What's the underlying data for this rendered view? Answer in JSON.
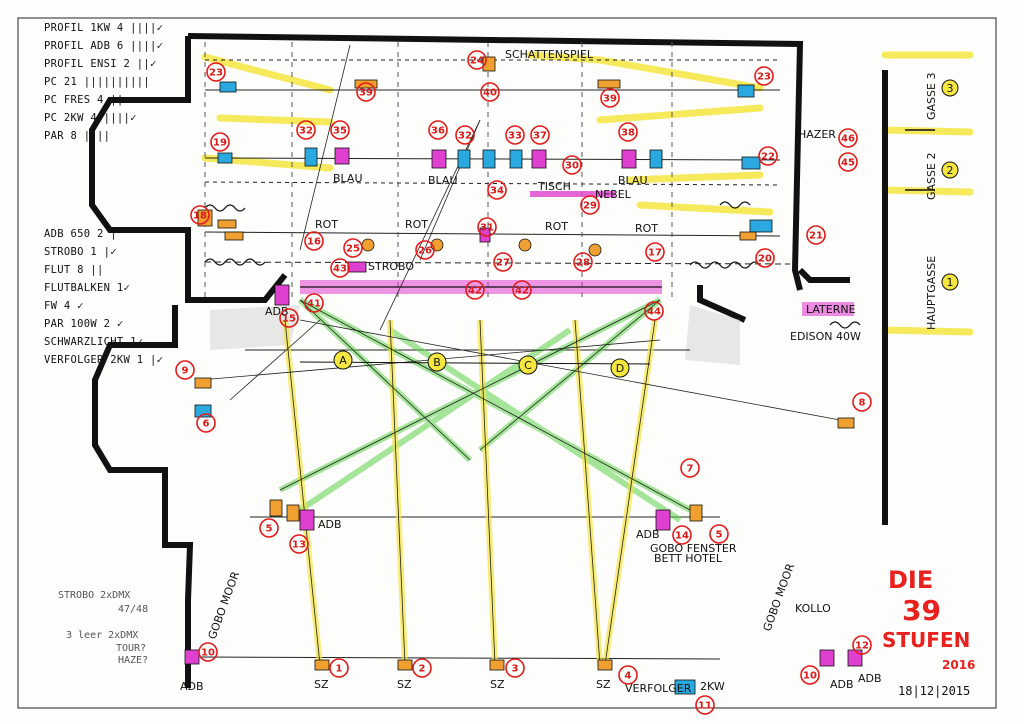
{
  "inventory": [
    "PROFIL 1KW 4 ||||✓",
    "PROFIL ADB 6 ||||✓",
    "PROFIL ENSI 2 ||✓",
    "PC 21 ||||||||||",
    "PC FRES 4 ||",
    "PC 2KW 4 ||||✓",
    "PAR 8 ||||"
  ],
  "inventory2": [
    "ADB 650 2 |",
    "STROBO 1 |✓",
    "FLUT 8 ||",
    "FLUTBALKEN 1✓",
    "FW 4 ✓",
    "PAR 100W 2 ✓",
    "SCHWARZLICHT 1✓",
    "VERFOLGER 2KW 1 |✓"
  ],
  "title": [
    "DIE",
    "39",
    "STUFEN"
  ],
  "year": "2016",
  "date": "18|12|2015",
  "notes": {
    "strobo": "STROBO 2xDMX",
    "strobo_ch": "47/48",
    "leer": "3 leer 2xDMX",
    "tour": "TOUR?",
    "hazer_q": "HAZE?"
  },
  "labels": {
    "schatten": "SCHATTENSPIEL",
    "hazer": "HAZER",
    "laterne": "LATERNE",
    "edison": "EDISON 40W",
    "strobo": "STROBO",
    "gasse3": "GASSE 3",
    "gasse2": "GASSE 2",
    "hauptgasse": "HAUPTGASSE",
    "rot": "ROT",
    "blau": "BLAU",
    "tisch": "TISCH",
    "nebel": "NEBEL",
    "adb": "ADB",
    "sz": "SZ",
    "verfolger": "VERFOLGER",
    "kw2": "2KW",
    "gobo_fenster": "GOBO FENSTER",
    "bett_hotel": "BETT HOTEL",
    "gobo_moor": "GOBO MOOR",
    "kollo": "KOLLO"
  },
  "areas": [
    "A",
    "B",
    "C",
    "D"
  ],
  "gassen": [
    "3",
    "2",
    "1"
  ],
  "channels": [
    "23",
    "39",
    "24",
    "40",
    "39",
    "23",
    "19",
    "32",
    "35",
    "36",
    "32",
    "33",
    "37",
    "38",
    "22",
    "30",
    "34",
    "29",
    "18",
    "20",
    "31",
    "16",
    "25",
    "26",
    "27",
    "28",
    "17",
    "21",
    "46",
    "45",
    "41",
    "42",
    "42",
    "43",
    "44",
    "9",
    "6",
    "8",
    "5",
    "13",
    "14",
    "5",
    "7",
    "1",
    "2",
    "3",
    "4",
    "10",
    "11",
    "12",
    "10",
    "15"
  ],
  "colors": {
    "wall": "#111111",
    "yellow": "#f5e640",
    "green": "#5cd34a",
    "magenta": "#e040d0",
    "cyan": "#2aa8e0",
    "orange": "#f0a030",
    "red": "#e31b1b"
  }
}
